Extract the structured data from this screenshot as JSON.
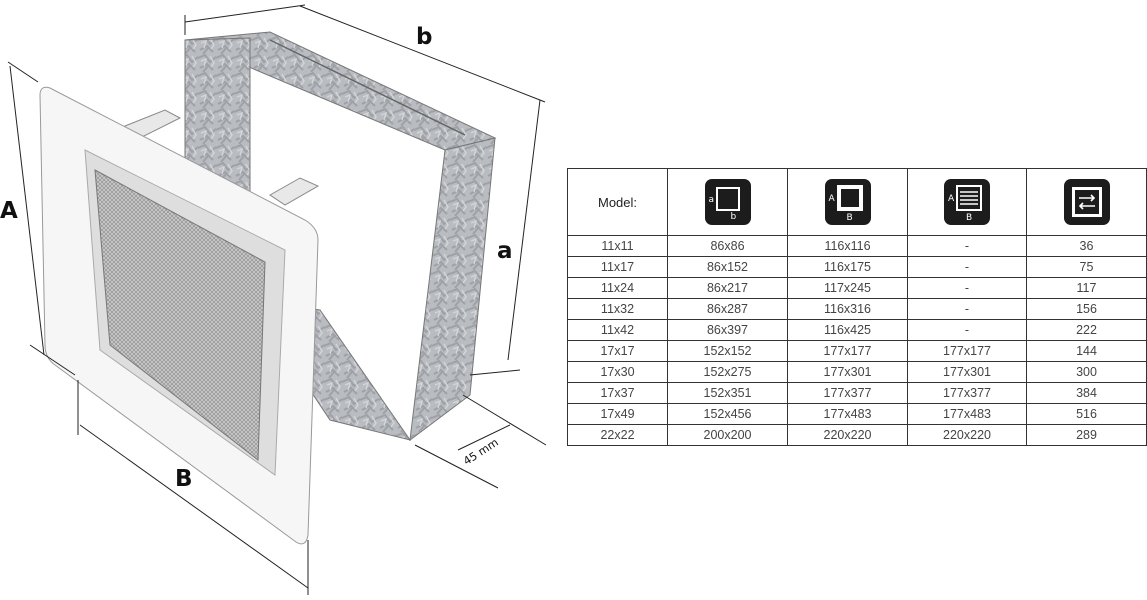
{
  "dimensions": {
    "A": "A",
    "B": "B",
    "a": "a",
    "b": "b",
    "depth": "45 mm"
  },
  "table": {
    "model_header": "Model:",
    "icon_headers": [
      {
        "icon": "inner-opening-icon",
        "labels": [
          "a",
          "b"
        ]
      },
      {
        "icon": "outer-frame-icon",
        "labels": [
          "A",
          "B"
        ]
      },
      {
        "icon": "louvre-grille-icon",
        "labels": [
          "A",
          "B"
        ]
      },
      {
        "icon": "airflow-icon",
        "labels": []
      }
    ],
    "rows": [
      [
        "11x11",
        "86x86",
        "116x116",
        "-",
        "36"
      ],
      [
        "11x17",
        "86x152",
        "116x175",
        "-",
        "75"
      ],
      [
        "11x24",
        "86x217",
        "117x245",
        "-",
        "117"
      ],
      [
        "11x32",
        "86x287",
        "116x316",
        "-",
        "156"
      ],
      [
        "11x42",
        "86x397",
        "116x425",
        "-",
        "222"
      ],
      [
        "17x17",
        "152x152",
        "177x177",
        "177x177",
        "144"
      ],
      [
        "17x30",
        "152x275",
        "177x301",
        "177x301",
        "300"
      ],
      [
        "17x37",
        "152x351",
        "177x377",
        "177x377",
        "384"
      ],
      [
        "17x49",
        "152x456",
        "177x483",
        "177x483",
        "516"
      ],
      [
        "22x22",
        "200x200",
        "220x220",
        "220x220",
        "289"
      ]
    ]
  }
}
